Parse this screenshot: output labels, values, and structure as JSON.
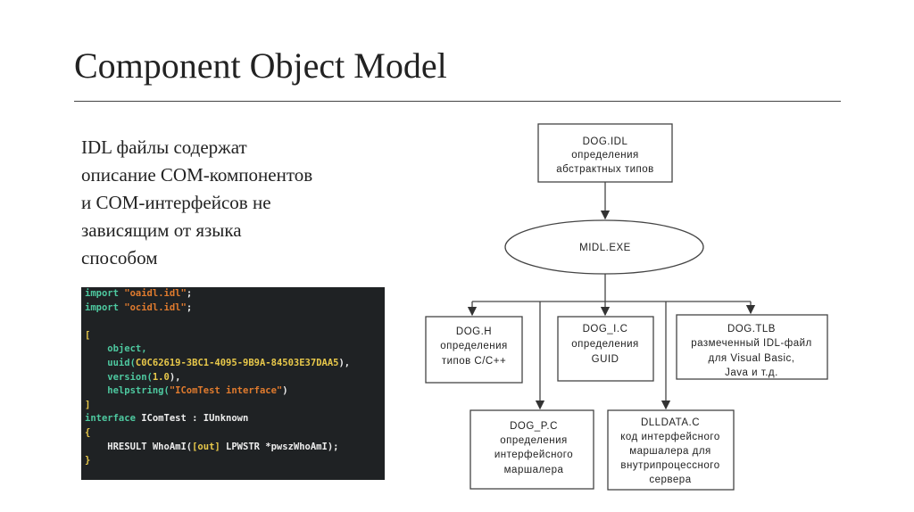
{
  "title": "Component Object Model",
  "description": [
    "IDL файлы содержат",
    "описание COM-компонентов",
    "и COM-интерфейсов не",
    "зависящим от языка",
    "способом"
  ],
  "code": {
    "l1": [
      "import ",
      "\"oaidl.idl\"",
      ";"
    ],
    "l2": [
      "import ",
      "\"ocidl.idl\"",
      ";"
    ],
    "l4": "[",
    "l5": "    object,",
    "l6": [
      "    uuid(",
      "C0C62619-3BC1-4095-9B9A-84503E37DAA5",
      "),"
    ],
    "l7": [
      "    version(",
      "1.0",
      "),"
    ],
    "l8": [
      "    helpstring(",
      "\"IComTest interface\"",
      ")"
    ],
    "l9": "]",
    "l10": [
      "interface ",
      "IComTest : IUnknown"
    ],
    "l11": "{",
    "l12": [
      "    HRESULT WhoAmI(",
      "[out]",
      " LPWSTR *pwszWhoAmI);"
    ],
    "l13": "}"
  },
  "diagram": {
    "idl": [
      "DOG.IDL",
      "определения",
      "абстрактных типов"
    ],
    "midl": "MIDL.EXE",
    "h": [
      "DOG.H",
      "определения",
      "типов C/C++"
    ],
    "ic": [
      "DOG_I.C",
      "определения",
      "GUID"
    ],
    "tlb": [
      "DOG.TLB",
      "размеченный IDL-файл",
      "для Visual Basic,",
      "Java и т.д."
    ],
    "pc": [
      "DOG_P.C",
      "определения",
      "интерфейсного",
      "маршалера"
    ],
    "dlldata": [
      "DLLDATA.C",
      "код интерфейсного",
      "маршалера для",
      "внутрипроцессного",
      "сервера"
    ]
  }
}
